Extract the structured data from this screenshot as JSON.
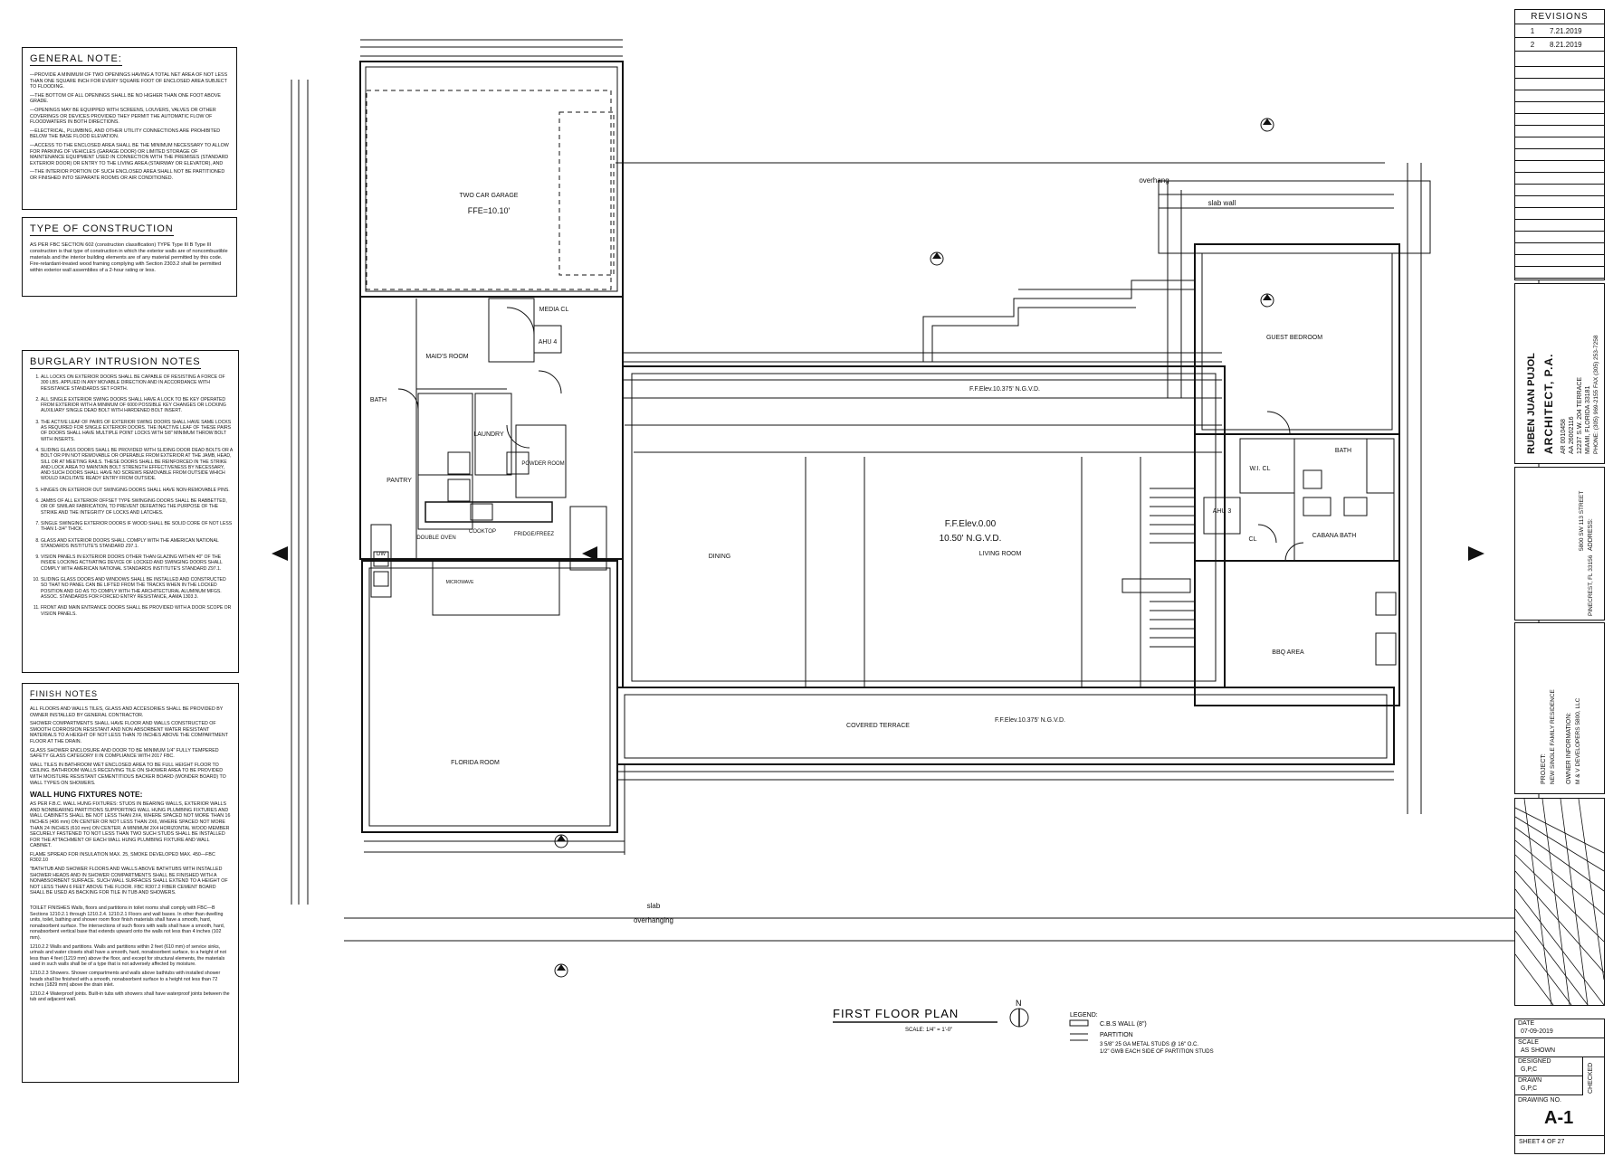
{
  "general_note": {
    "title": "GENERAL NOTE:",
    "paragraphs": [
      "—PROVIDE A MINIMUM OF TWO OPENINGS HAVING A TOTAL NET AREA OF NOT LESS THAN ONE SQUARE INCH FOR EVERY SQUARE FOOT OF ENCLOSED AREA SUBJECT TO FLOODING.",
      "—THE BOTTOM OF ALL OPENINGS SHALL BE NO HIGHER THAN ONE FOOT ABOVE GRADE.",
      "—OPENINGS MAY BE EQUIPPED WITH SCREENS, LOUVERS, VALVES OR OTHER COVERINGS OR DEVICES PROVIDED THEY PERMIT THE AUTOMATIC FLOW OF FLOODWATERS IN BOTH DIRECTIONS.",
      "—ELECTRICAL, PLUMBING, AND OTHER UTILITY CONNECTIONS ARE PROHIBITED BELOW THE BASE FLOOD ELEVATION.",
      "—ACCESS TO THE ENCLOSED AREA SHALL BE THE MINIMUM NECESSARY TO ALLOW FOR PARKING OF VEHICLES (GARAGE DOOR) OR LIMITED STORAGE OF MAINTENANCE EQUIPMENT USED IN CONNECTION WITH THE PREMISES (STANDARD EXTERIOR DOOR) OR ENTRY TO THE LIVING AREA (STAIRWAY OR ELEVATOR), AND",
      "—THE INTERIOR PORTION OF SUCH ENCLOSED AREA SHALL NOT BE PARTITIONED OR FINISHED INTO SEPARATE ROOMS OR AIR CONDITIONED."
    ]
  },
  "type_of_construction": {
    "title": "TYPE OF CONSTRUCTION",
    "text": "AS PER FBC SECTION 602 (construction classification) TYPE Type III B Type III construction is that type of construction in which the exterior walls are of noncombustible materials and the interior building elements are of any material permitted by this code. Fire-retardant-treated wood framing complying with Section 2303.2 shall be permitted within exterior wall assemblies of a 2-hour rating or less."
  },
  "burglary": {
    "title": "BURGLARY INTRUSION NOTES",
    "items": [
      "ALL LOCKS ON EXTERIOR DOORS SHALL BE CAPABLE OF RESISTING A FORCE OF 300 LBS. APPLIED IN ANY MOVABLE DIRECTION AND IN ACCORDANCE WITH RESISTANCE STANDARDS SET FORTH.",
      "ALL SINGLE EXTERIOR SWING DOORS SHALL HAVE A LOCK TO BE KEY OPERATED FROM EXTERIOR WITH A MINIMUM OF 6000 POSSIBLE KEY CHANGES OR LOCKING AUXILIARY SINGLE DEAD BOLT WITH HARDENED BOLT INSERT.",
      "THE ACTIVE LEAF OF PAIRS OF EXTERIOR SWING DOORS SHALL HAVE SAME LOCKS AS REQUIRED FOR SINGLE EXTERIOR DOORS. THE INACTIVE LEAF OF THESE PAIRS OF DOORS SHALL HAVE MULTIPLE POINT LOCKS WITH 5/8\" MINIMUM THROW BOLT WITH INSERTS.",
      "SLIDING GLASS DOORS SHALL BE PROVIDED WITH SLIDING DOOR DEAD BOLTS OR A BOLT OR PIN NOT REMOVABLE OR OPERABLE FROM EXTERIOR AT THE JAMB, HEAD, SILL OR AT MEETING RAILS. THESE DOORS SHALL BE REINFORCED IN THE STRIKE AND LOCK AREA TO MAINTAIN BOLT STRENGTH EFFECTIVENESS BY NECESSARY, AND SUCH DOORS SHALL HAVE NO SCREWS REMOVABLE FROM OUTSIDE WHICH WOULD FACILITATE READY ENTRY FROM OUTSIDE.",
      "HINGES ON EXTERIOR OUT SWINGING DOORS SHALL HAVE NON-REMOVABLE PINS.",
      "JAMBS OF ALL EXTERIOR OFFSET TYPE SWINGING DOORS SHALL BE RABBETTED, OR OF SIMILAR FABRICATION, TO PREVENT DEFEATING THE PURPOSE OF THE STRIKE AND THE INTEGRITY OF LOCKS AND LATCHES.",
      "SINGLE SWINGING EXTERIOR DOORS IF WOOD SHALL BE SOLID CORE OF NOT LESS THAN 1-3/4\" THICK.",
      "GLASS AND EXTERIOR DOORS SHALL COMPLY WITH THE AMERICAN NATIONAL STANDARDS INSTITUTE'S STANDARD Z97.1.",
      "VISION PANELS IN EXTERIOR DOORS OTHER THAN GLAZING WITHIN 40\" OF THE INSIDE LOCKING ACTIVATING DEVICE OF LOCKED AND SWINGING DOORS SHALL COMPLY WITH AMERICAN NATIONAL STANDARDS INSTITUTE'S STANDARD Z97.1.",
      "SLIDING GLASS DOORS AND WINDOWS SHALL BE INSTALLED AND CONSTRUCTED SO THAT NO PANEL CAN BE LIFTED FROM THE TRACKS WHEN IN THE LOCKED POSITION AND GO AS TO COMPLY WITH THE ARCHITECTURAL ALUMINUM MFGS. ASSOC. STANDARDS FOR FORCED ENTRY RESISTANCE, AAMA 1303.3.",
      "FRONT AND MAIN ENTRANCE DOORS SHALL BE PROVIDED WITH A DOOR SCOPE OR VISION PANELS."
    ]
  },
  "finish": {
    "title": "FINISH NOTES",
    "p1": "ALL FLOORS AND WALLS TILES, GLASS AND ACCESORIES SHALL BE PROVIDED BY OWNER INSTALLED BY GENERAL CONTRACTOR.",
    "p2": "SHOWER COMPARTMENTS SHALL HAVE FLOOR AND WALLS CONSTRUCTED OF SMOOTH CORROSION RESISTANT AND NON ABSORBENT WATER RESISTANT MATERIALS TO A HEIGHT OF NOT LESS THAN 70 INCHES ABOVE THE COMPARTMENT FLOOR AT THE DRAIN.",
    "p3": "GLASS SHOWER ENCLOSURE AND DOOR TO BE MINIMUM 1/4\" FULLY TEMPERED SAFETY GLASS CATEGORY II IN COMPLIANCE WITH 2017 FBC.",
    "p4": "WALL TILES IN BATHROOM WET ENCLOSED AREA TO BE FULL HEIGHT FLOOR TO CEILING. BATHROOM WALLS RECEIVING TILE ON SHOWER AREA TO BE PROVIDED WITH MOISTURE RESISTANT CEMENTITIOUS BACKER BOARD (WONDER BOARD) TO WALL TYPES ON SHOWERS.",
    "sub": "WALL HUNG FIXTURES NOTE:",
    "p5": "AS PER F.B.C. WALL HUNG FIXTURES: STUDS IN BEARING WALLS, EXTERIOR WALLS AND NONBEARING PARTITIONS SUPPORTING WALL HUNG PLUMBING FIXTURES AND WALL CABINETS SHALL BE NOT LESS THAN 2X4, WHERE SPACED NOT MORE THAN 16 INCHES (406 mm) ON CENTER OR NOT LESS THAN 2X6, WHERE SPACED NOT MORE THAN 24 INCHES (610 mm) ON CENTER. A MINIMUM 2X4 HORIZONTAL WOOD MEMBER SECURELY FASTENED TO NOT LESS THAN TWO SUCH STUDS SHALL BE INSTALLED FOR THE ATTACHMENT OF EACH WALL HUNG PLUMBING FIXTURE AND WALL CABINET.",
    "p6": "FLAME SPREAD FOR INSULATION MAX. 25, SMOKE DEVELOPED MAX. 450—FBC R302.10",
    "p7": "\"BATHTUB AND SHOWER FLOORS AND WALLS ABOVE BATHTUBS WITH INSTALLED SHOWER HEADS AND IN SHOWER COMPARTMENTS SHALL BE FINISHED WITH A NONABSORBENT SURFACE. SUCH WALL SURFACES SHALL EXTEND TO A HEIGHT OF NOT LESS THAN 6 FEET ABOVE THE FLOOR. FBC R307.2 FIBER CEMENT BOARD SHALL BE USED AS BACKING FOR TILE IN TUB AND SHOWERS.",
    "p8": "TOILET FINISHES Walls, floors and partitions in toilet rooms shall comply with FBC—B Sections 1210.2.1 through 1210.2.4. 1210.2.1 Floors and wall bases. In other than dwelling units, toilet, bathing and shower room floor finish materials shall have a smooth, hard, nonabsorbent surface. The intersections of such floors with walls shall have a smooth, hard, nonabsorbent vertical base that extends upward onto the walls not less than 4 inches (102 mm).",
    "p9": "1210.2.2 Walls and partitions. Walls and partitions within 2 feet (610 mm) of service sinks, urinals and water closets shall have a smooth, hard, nonabsorbent surface, to a height of not less than 4 feet (1219 mm) above the floor, and except for structural elements, the materials used in such walls shall be of a type that is not adversely affected by moisture.",
    "p10": "1210.2.3 Showers. Shower compartments and walls above bathtubs with installed shower heads shall be finished with a smooth, nonabsorbent surface to a height not less than 72 inches (1829 mm) above the drain inlet.",
    "p11": "1210.2.4 Waterproof joints. Built-in tubs with showers shall have waterproof joints between the tub and adjacent wall."
  },
  "plan": {
    "rooms": {
      "garage": "TWO CAR GARAGE",
      "garage_ffe": "FFE=10.10'",
      "media": "MEDIA\nCL",
      "ahu4": "AHU 4",
      "maid": "MAID'S ROOM",
      "bath": "BATH",
      "laundry": "LAUNDRY",
      "powder": "POWDER\nROOM",
      "pantry": "PANTRY",
      "double_oven": "DOUBLE\nOVEN",
      "cooktop": "COOKTOP",
      "fridge": "FRIDGE/FREEZ",
      "dw": "DW",
      "microwave": "MICROWAVE",
      "dining": "DINING",
      "living": "LIVING ROOM",
      "ffelev_main_1": "F.F.Elev.0.00",
      "ffelev_main_2": "10.50' N.G.V.D.",
      "ffelev_top": "F.F.Elev.10.375' N.G.V.D.",
      "ffelev_terrace": "F.F.Elev.10.375' N.G.V.D.",
      "guest": "GUEST BEDROOM",
      "wi_cl": "W.I. CL",
      "bath2": "BATH",
      "ahu3": "AHU 3",
      "cl": "CL",
      "cabana": "CABANA BATH",
      "bbq": "BBQ AREA",
      "terrace": "COVERED TERRACE",
      "florida": "FLORIDA ROOM",
      "overhang_top": "overhang",
      "slab_wall": "slab wall",
      "slab_bottom": "slab",
      "overhang_bottom": "overhanging"
    },
    "title": "FIRST FLOOR PLAN",
    "scale": "SCALE: 1/4\" = 1'-0\"",
    "north": "N",
    "legend": {
      "title": "LEGEND:",
      "cbs": "C.B.S WALL (8\")",
      "partition": "PARTITION",
      "partition_desc1": "3 5/8\" 25 GA METAL STUDS @ 16\" O.C.",
      "partition_desc2": "1/2\" GWB EACH SIDE OF PARTITION STUDS"
    }
  },
  "title_block": {
    "revisions_title": "REVISIONS",
    "revisions": [
      {
        "num": "1",
        "date": "7.21.2019"
      },
      {
        "num": "2",
        "date": "8.21.2019"
      }
    ],
    "architect_name": "RUBEN JUAN PUJOL",
    "architect_firm": "ARCHITECT, P.A.",
    "architect_lic1": "AR 0010458",
    "architect_lic2": "AA 26002116",
    "architect_addr1": "12237 S.W. 204 TERRACE",
    "architect_addr2": "MIAMI, FLORIDA 33181",
    "architect_phone": "PHONE: (305) 969-2155  FAX (305) 253-7258",
    "project_label": "PROJECT:",
    "project_name": "NEW SINGLE FAMILY RESIDENCE",
    "address_label": "ADDRESS:",
    "address1": "5800 SW 113 STREET",
    "address2": "PINECREST, FL 33156",
    "owner_label": "OWNER INFORMATION:",
    "owner_name": "M & V DEVELOPERS 5800, LLC",
    "date_label": "DATE",
    "date_val": "07-09-2019",
    "scale_label": "SCALE",
    "scale_val": "AS SHOWN",
    "designed_label": "DESIGNED",
    "designed_val": "G,P,C",
    "checked_label": "CHECKED",
    "drawn_label": "DRAWN",
    "drawn_val": "G,P,C",
    "drawing_label": "DRAWING NO.",
    "drawing_val": "A-1",
    "sheet": "SHEET 4  OF  27"
  }
}
